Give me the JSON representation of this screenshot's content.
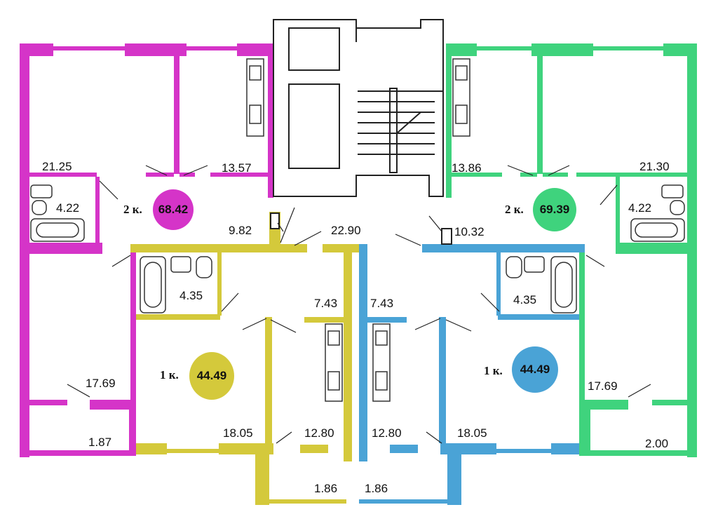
{
  "colors": {
    "magenta": "#d534c8",
    "green": "#3fd37d",
    "yellow": "#d4c93b",
    "blue": "#4aa3d6",
    "wall": "#222222"
  },
  "apartments": {
    "left_2k": {
      "rooms_label": "2 к.",
      "total": "68.42",
      "color": "#d534c8"
    },
    "right_2k": {
      "rooms_label": "2 к.",
      "total": "69.39",
      "color": "#3fd37d"
    },
    "left_1k": {
      "rooms_label": "1 к.",
      "total": "44.49",
      "color": "#d4c93b"
    },
    "right_1k": {
      "rooms_label": "1 к.",
      "total": "44.49",
      "color": "#4aa3d6"
    }
  },
  "rooms": {
    "l2_living_top": "21.25",
    "l2_kitchen": "13.57",
    "l2_bath": "4.22",
    "l2_hall": "9.82",
    "l2_bedroom": "17.69",
    "l2_balcony": "1.87",
    "corridor": "22.90",
    "r2_kitchen": "13.86",
    "r2_living_top": "21.30",
    "r2_bath": "4.22",
    "r2_hall": "10.32",
    "r2_bedroom": "17.69",
    "r2_balcony": "2.00",
    "l1_bath": "4.35",
    "l1_hall": "7.43",
    "l1_room": "18.05",
    "l1_kitchen": "12.80",
    "l1_balcony": "1.86",
    "r1_hall": "7.43",
    "r1_bath": "4.35",
    "r1_room": "18.05",
    "r1_kitchen": "12.80",
    "r1_balcony": "1.86"
  }
}
